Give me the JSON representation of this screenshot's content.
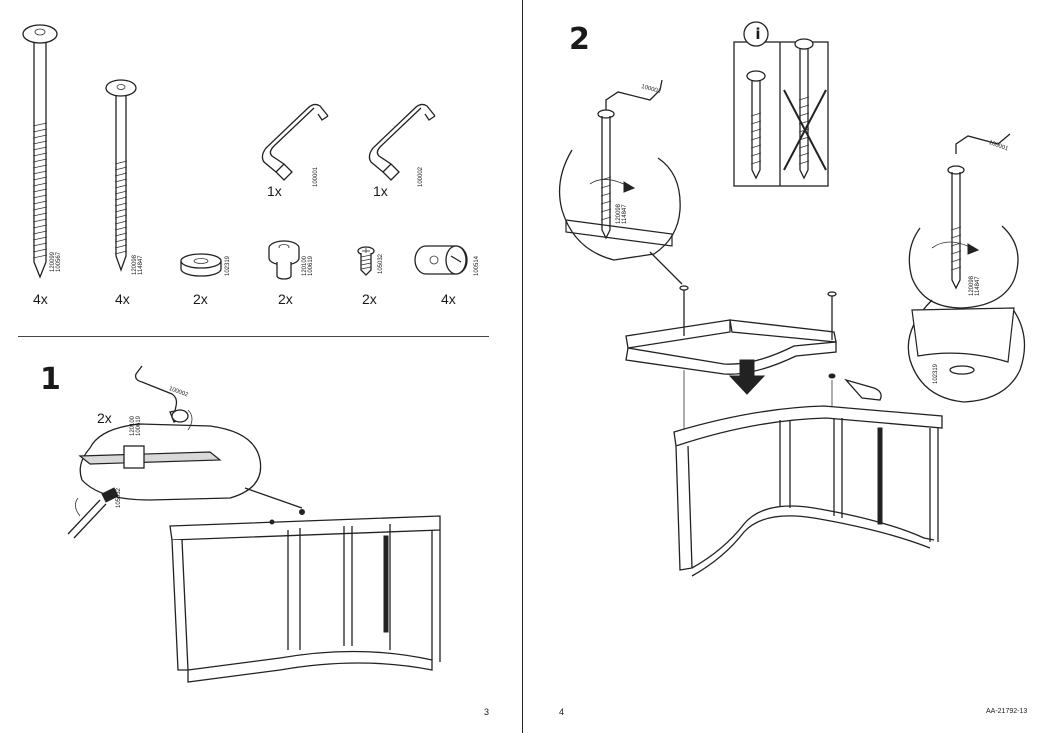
{
  "left_page": {
    "page_number": "3",
    "parts": [
      {
        "qty": "4x",
        "codes": "120099\n100567"
      },
      {
        "qty": "4x",
        "codes": "120098\n114847"
      },
      {
        "qty": "2x",
        "codes": "102319"
      },
      {
        "qty": "2x",
        "codes": "120100\n100619"
      },
      {
        "qty": "2x",
        "codes": "105032"
      },
      {
        "qty": "4x",
        "codes": "100514"
      }
    ],
    "keys": [
      {
        "qty": "1x",
        "code": "100001"
      },
      {
        "qty": "1x",
        "code": "100002"
      }
    ],
    "step1": {
      "number": "1",
      "qty_label": "2x",
      "key_code": "100002",
      "fitting_codes": "120100\n100619",
      "screw_code": "105032"
    }
  },
  "right_page": {
    "page_number": "4",
    "doc_id": "AA-21792-13",
    "step2": {
      "number": "2",
      "info_symbol": "i",
      "key_code_left": "100001",
      "bolt_codes_left": "120098\n114847",
      "key_code_right": "100001",
      "bolt_codes_right": "120098\n114847",
      "washer_code": "102319"
    }
  }
}
